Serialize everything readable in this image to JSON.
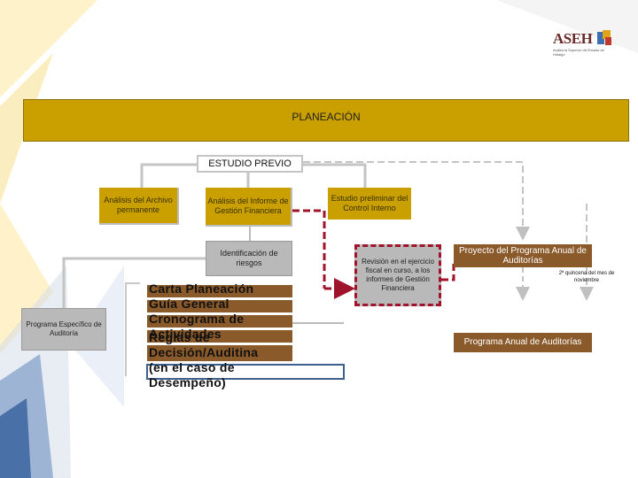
{
  "logo": {
    "text": "ASEH",
    "subtitle": "Auditoría Superior del Estado de Hidalgo"
  },
  "header": {
    "title": "PLANEACIÓN"
  },
  "estudio_previo": {
    "label": "ESTUDIO PREVIO"
  },
  "nodes": {
    "analisis_archivo": "Análisis del Archivo permanente",
    "analisis_informe": "Análisis del Informe de Gestión Financiera",
    "estudio_control": "Estudio preliminar del Control Interno",
    "identificacion_riesgos": "Identificación de riesgos",
    "revision_ejercicio": "Revisión en el ejercicio fiscal en curso, a los informes de Gestión Financiera",
    "programa_especifico": "Programa Específico de Auditoría",
    "proyecto_programa": "Proyecto del Programa Anual de Auditorías",
    "quincena_note": "2ª quincena del mes de noviembre",
    "programa_anual": "Programa Anual de Auditorías"
  },
  "documents": {
    "lines": [
      "Carta Planeación",
      "Guía General",
      "Cronograma de Actividades",
      "Reglas de Decisión/Auditina (en el caso de Desempeño)"
    ]
  }
}
